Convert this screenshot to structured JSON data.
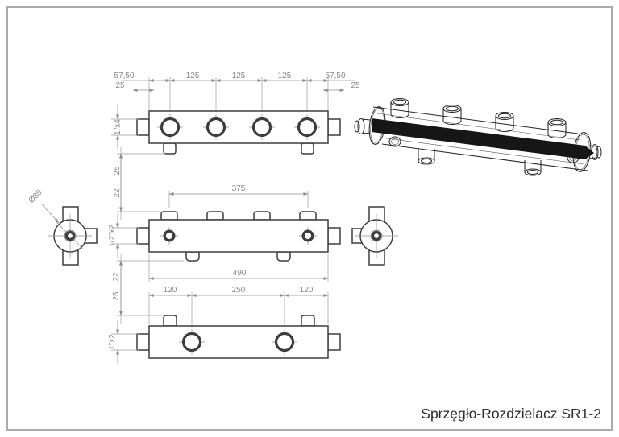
{
  "title": "Sprzęgło-Rozdzielacz SR1-2",
  "views": {
    "top": {
      "label": "1\"x4",
      "dims": [
        "57,50",
        "125",
        "125",
        "125",
        "57,50"
      ],
      "offset_left": "25",
      "offset_right": "25"
    },
    "middle": {
      "label": "1/2\"x2",
      "span": "375",
      "total": "490"
    },
    "bottom": {
      "label": "1\"x2",
      "dims": [
        "120",
        "250",
        "120"
      ]
    },
    "left_end": {
      "diameter": "Ø89"
    },
    "chain_upper": [
      "25",
      "22"
    ],
    "chain_lower": [
      "22",
      "25"
    ]
  },
  "colors": {
    "outline": "#3d3d3d",
    "dimension": "#8f8f8f",
    "band": "#161616",
    "frame": "#aaaaaa"
  }
}
